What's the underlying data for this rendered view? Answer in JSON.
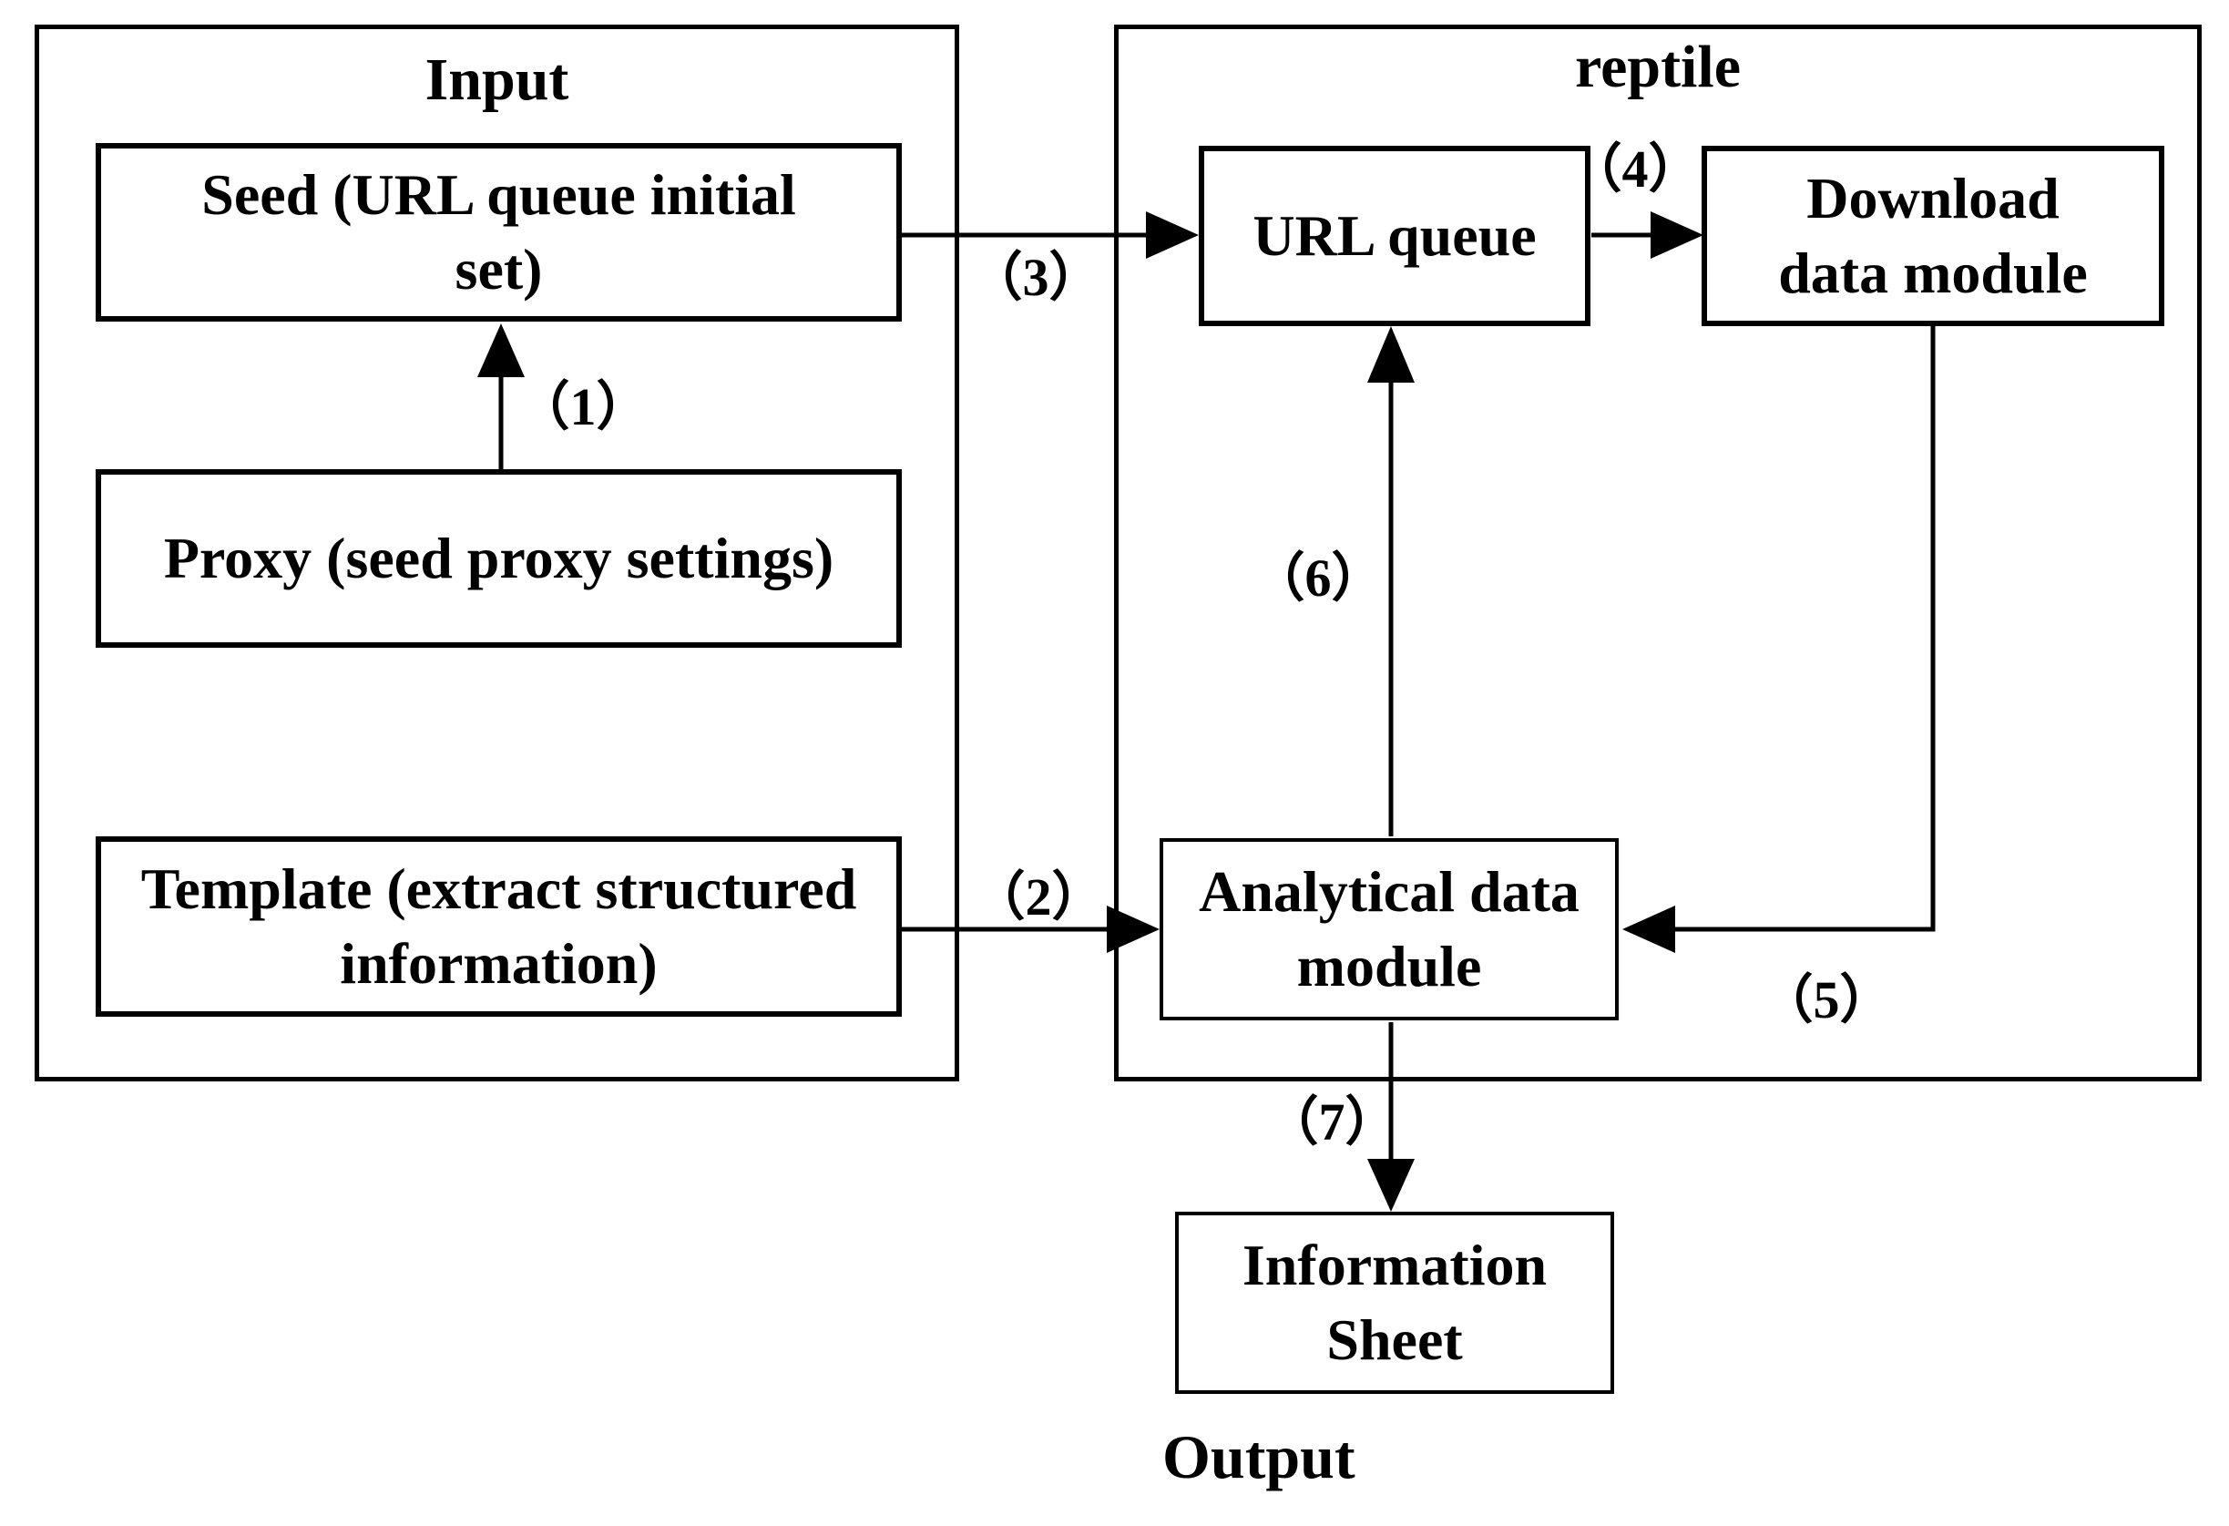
{
  "diagram": {
    "colors": {
      "line": "#000000",
      "background": "#ffffff"
    },
    "containers": {
      "input": {
        "title": "Input"
      },
      "reptile": {
        "title": "reptile"
      }
    },
    "nodes": {
      "seed": {
        "label": "Seed (URL queue initial set)"
      },
      "proxy": {
        "label": "Proxy (seed proxy settings)"
      },
      "template": {
        "label": "Template (extract structured information)"
      },
      "url_queue": {
        "label": "URL queue"
      },
      "download": {
        "label": "Download data module"
      },
      "analytical": {
        "label": "Analytical data module"
      },
      "info_sheet": {
        "label": "Information Sheet"
      }
    },
    "arrow_labels": {
      "a1": "（1）",
      "a2": "（2）",
      "a3": "（3）",
      "a4": "（4）",
      "a5": "（5）",
      "a6": "（6）",
      "a7": "（7）"
    },
    "output_caption": "Output"
  }
}
